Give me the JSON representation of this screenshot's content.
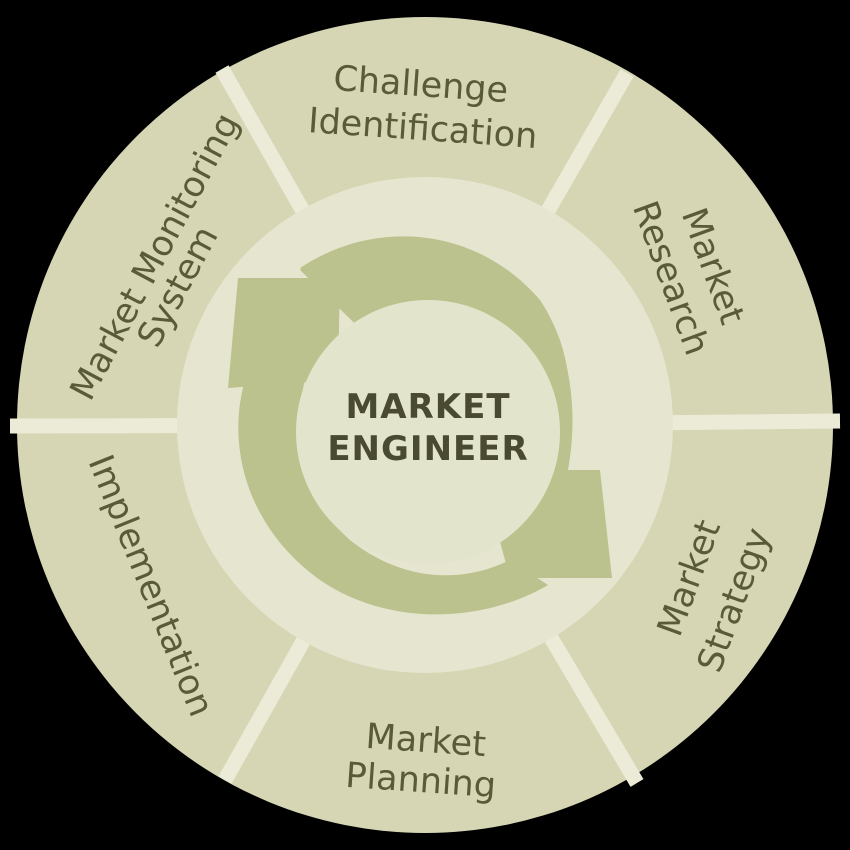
{
  "diagram": {
    "center": {
      "line1": "MARKET",
      "line2": "ENGINEER"
    },
    "segments": [
      {
        "id": "challenge-identification",
        "lines": [
          "Challenge",
          "Identification"
        ]
      },
      {
        "id": "market-research",
        "lines": [
          "Market",
          "Research"
        ]
      },
      {
        "id": "market-strategy",
        "lines": [
          "Market",
          "Strategy"
        ]
      },
      {
        "id": "market-planning",
        "lines": [
          "Market",
          "Planning"
        ]
      },
      {
        "id": "implementation",
        "lines": [
          "Implementation"
        ]
      },
      {
        "id": "market-monitoring-system",
        "lines": [
          "Market Monitoring",
          "System"
        ]
      }
    ],
    "colors": {
      "background": "#000000",
      "segment_fill": "#d6d6b4",
      "separator": "#ebebd8",
      "inner_disc": "#e6e6d0",
      "arrow_fill": "#bcc28e",
      "center_disc": "#e3e4cc",
      "label_text": "#585a38",
      "center_text": "#4a4a33"
    }
  }
}
